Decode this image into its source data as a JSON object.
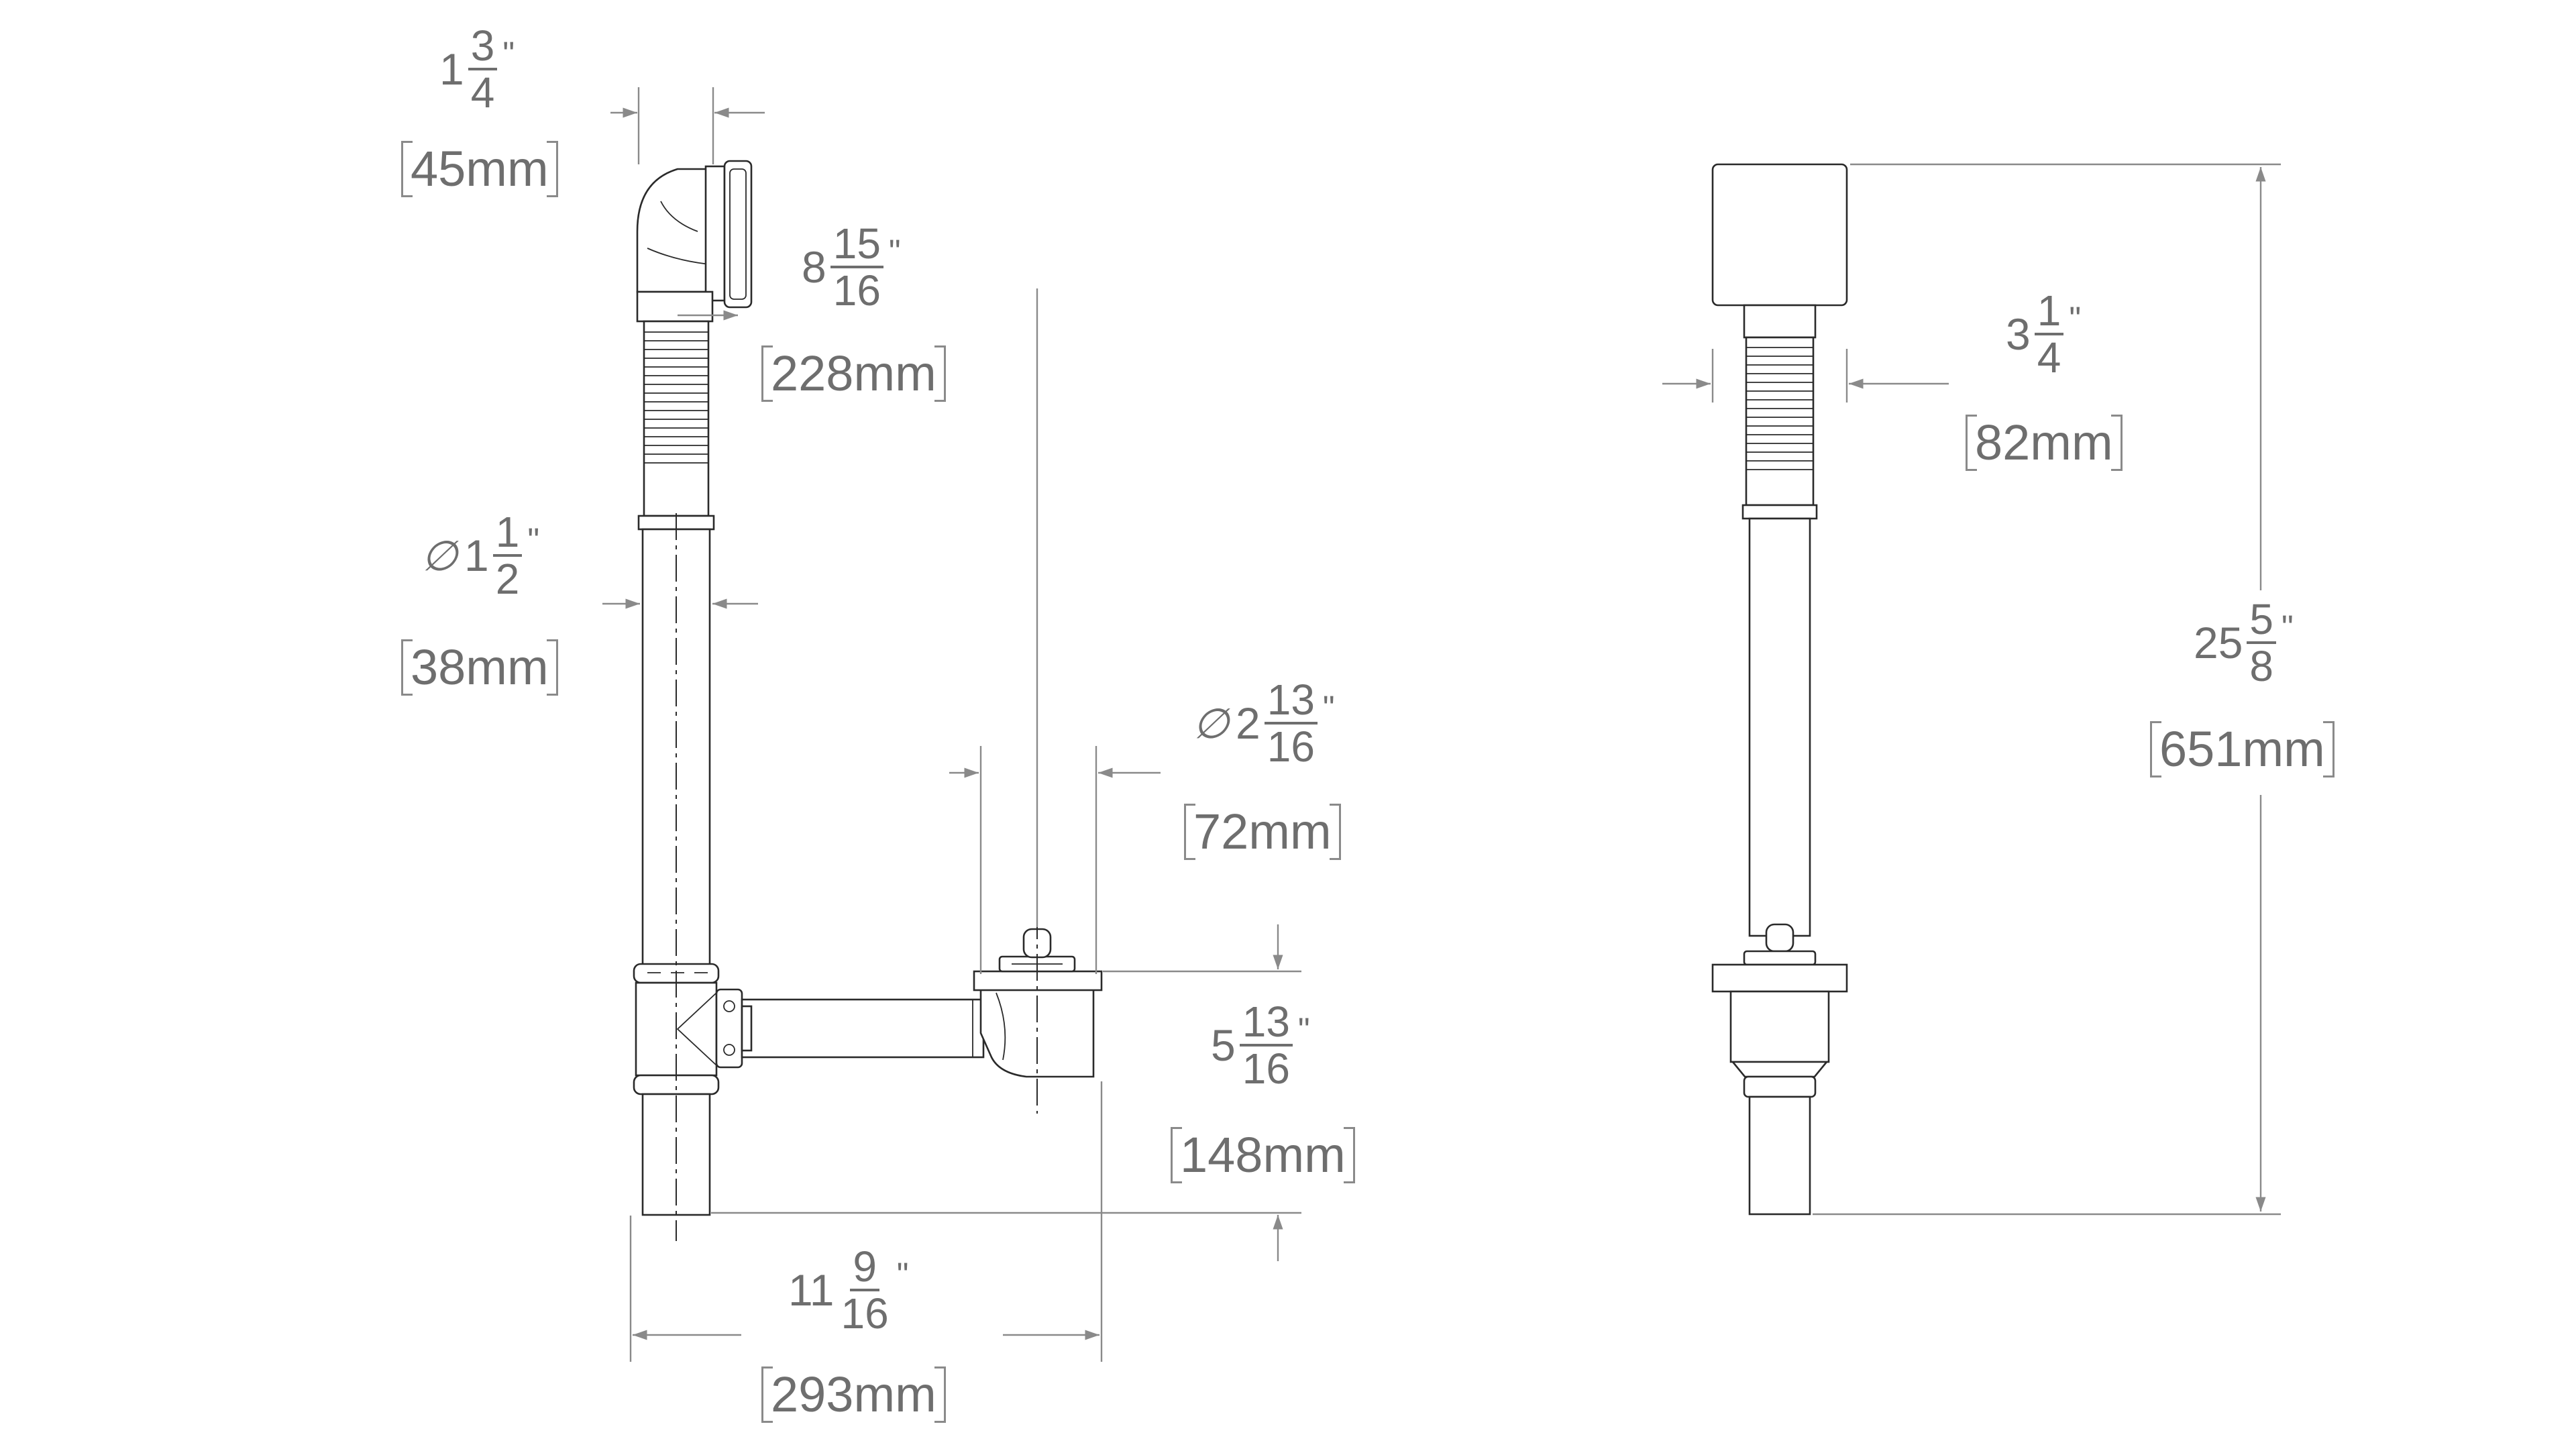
{
  "dimensions": {
    "overflow_width": {
      "whole": "1",
      "num": "3",
      "den": "4",
      "unit": "\"",
      "mm": "45mm"
    },
    "tube_diameter": {
      "symbol": "∅",
      "whole": "1",
      "num": "1",
      "den": "2",
      "unit": "\"",
      "mm": "38mm"
    },
    "offset": {
      "whole": "8",
      "num": "15",
      "den": "16",
      "unit": "\"",
      "mm": "228mm"
    },
    "drain_diameter": {
      "symbol": "∅",
      "whole": "2",
      "num": "13",
      "den": "16",
      "unit": "\"",
      "mm": "72mm"
    },
    "drain_height": {
      "whole": "5",
      "num": "13",
      "den": "16",
      "unit": "\"",
      "mm": "148mm"
    },
    "overall_width": {
      "whole": "11",
      "num": "9",
      "den": "16",
      "unit": "\"",
      "mm": "293mm"
    },
    "side_width": {
      "whole": "3",
      "num": "1",
      "den": "4",
      "unit": "\"",
      "mm": "82mm"
    },
    "overall_height": {
      "whole": "25",
      "num": "5",
      "den": "8",
      "unit": "\"",
      "mm": "651mm"
    }
  },
  "colors": {
    "line": "#2a2a2a",
    "dimension": "#8a8a8a",
    "text": "#6e6e6e"
  }
}
